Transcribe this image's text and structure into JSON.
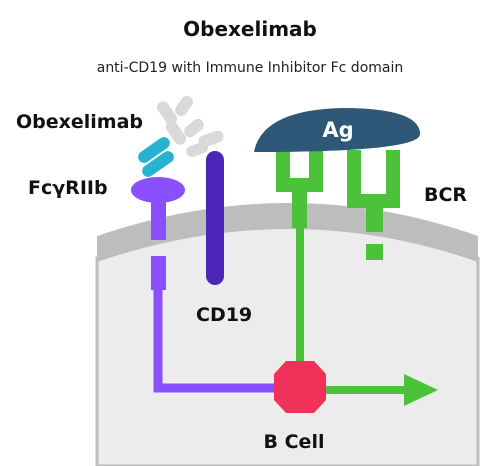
{
  "title": "Obexelimab",
  "subtitle": "anti-CD19 with Immune Inhibitor Fc domain",
  "labels": {
    "antibody": "Obexelimab",
    "receptor": "FcγRIIb",
    "cd19": "CD19",
    "antigen": "Ag",
    "bcr": "BCR",
    "cell": "B Cell"
  },
  "colors": {
    "purple": "#8a4fff",
    "indigo": "#4b26b8",
    "green": "#4cc23a",
    "slate": "#2f5878",
    "red": "#f0315a",
    "teal": "#27b3cf",
    "membrane": "#bdbdbd",
    "cell": "#ececec"
  }
}
